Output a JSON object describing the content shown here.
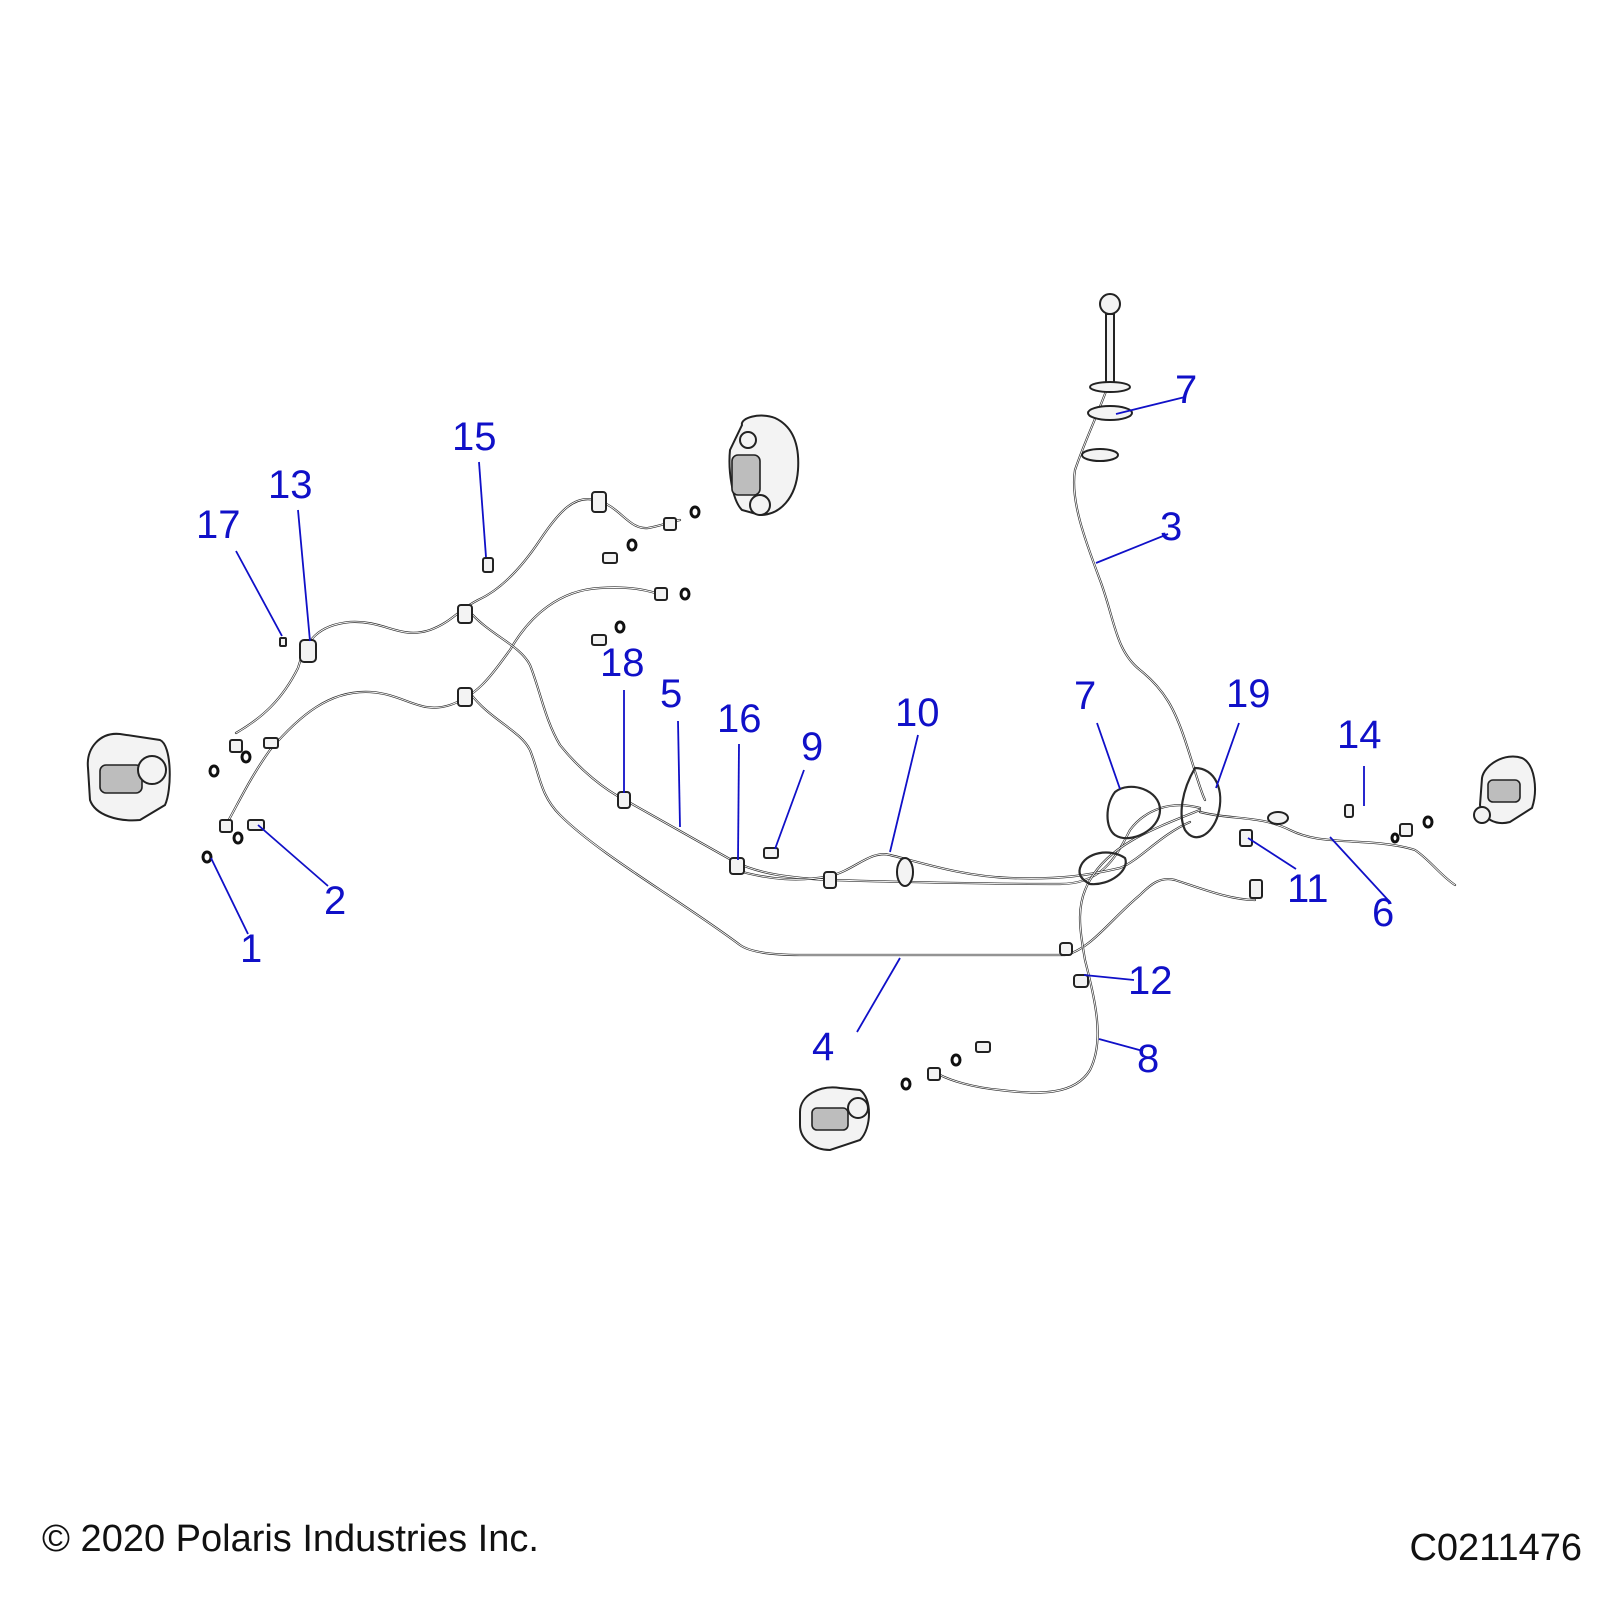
{
  "callouts": [
    {
      "label": "1"
    },
    {
      "label": "2"
    },
    {
      "label": "3"
    },
    {
      "label": "4"
    },
    {
      "label": "5"
    },
    {
      "label": "6"
    },
    {
      "label": "7"
    },
    {
      "label": "7"
    },
    {
      "label": "8"
    },
    {
      "label": "9"
    },
    {
      "label": "10"
    },
    {
      "label": "11"
    },
    {
      "label": "12"
    },
    {
      "label": "13"
    },
    {
      "label": "14"
    },
    {
      "label": "15"
    },
    {
      "label": "16"
    },
    {
      "label": "17"
    },
    {
      "label": "18"
    },
    {
      "label": "19"
    }
  ],
  "footer": {
    "copyright": "© 2020 Polaris Industries Inc.",
    "figure_id": "C0211476"
  }
}
